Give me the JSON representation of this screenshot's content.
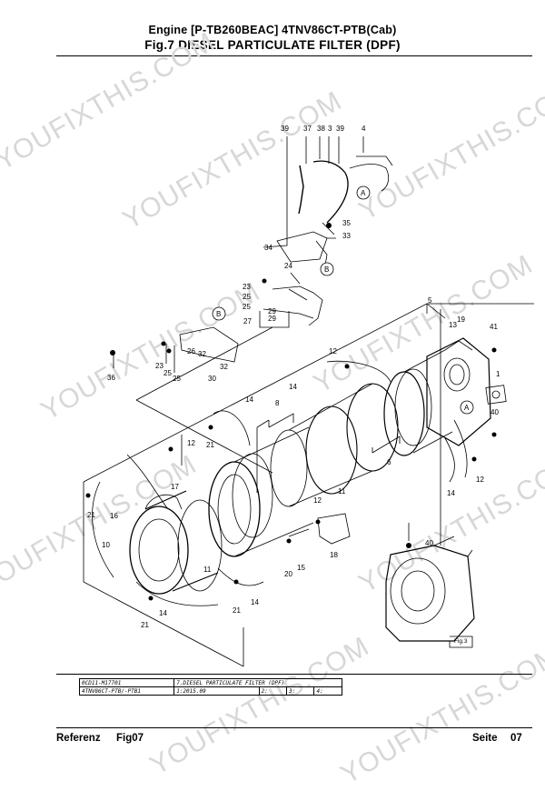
{
  "header": {
    "line1": "Engine  [P-TB260BEAC]  4TNV86CT-PTB(Cab)",
    "line2": "Fig.7 DIESEL PARTICULATE FILTER (DPF)"
  },
  "watermark": "YOUFIXTHIS.COM",
  "callouts": [
    "39",
    "37",
    "38",
    "3",
    "39",
    "4",
    "A",
    "35",
    "33",
    "34",
    "B",
    "24",
    "23",
    "25",
    "25",
    "29",
    "29",
    "27",
    "B",
    "5",
    "13",
    "19",
    "41",
    "36",
    "23",
    "25",
    "25",
    "26",
    "32",
    "32",
    "30",
    "12",
    "1",
    "14",
    "A",
    "40",
    "14",
    "8",
    "12",
    "21",
    "6",
    "11",
    "12",
    "17",
    "14",
    "21",
    "16",
    "12",
    "10",
    "15",
    "18",
    "40",
    "20",
    "11",
    "14",
    "21",
    "21",
    "14",
    "Fig.3"
  ],
  "table": {
    "rows": [
      [
        "0CD11-M17701",
        "7.DIESEL PARTICULATE FILTER (DPF)",
        "",
        "",
        ""
      ],
      [
        "4TNV86CT-PTB/-PTB1",
        "1:2015.09",
        "2:",
        "3:",
        "4:"
      ]
    ]
  },
  "footer": {
    "left_label": "Referenz",
    "left_value": "Fig07",
    "right_label": "Seite",
    "right_value": "07"
  }
}
